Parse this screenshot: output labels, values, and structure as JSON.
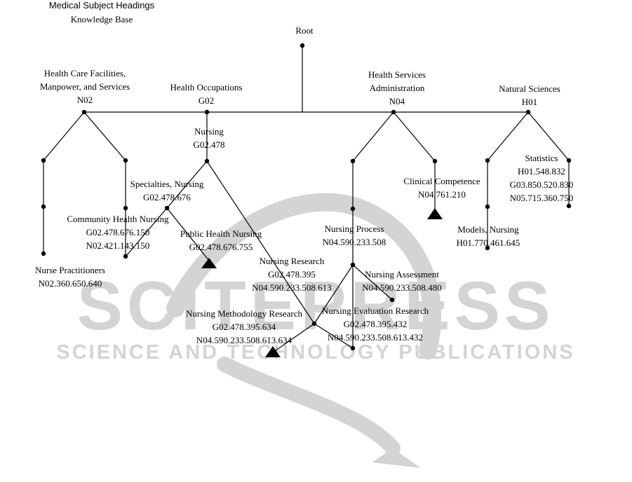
{
  "header": {
    "title": "Medical Subject Headings",
    "subtitle": "Knowledge Base"
  },
  "watermark": {
    "word": "SCITEPRESS",
    "tagline": "SCIENCE AND TECHNOLOGY PUBLICATIONS",
    "color": "#d4d4d4"
  },
  "tree": {
    "root": {
      "lines": [
        "Root"
      ]
    },
    "n02": {
      "lines": [
        "Health Care Facilities,",
        "Manpower, and Services",
        "N02"
      ]
    },
    "g02": {
      "lines": [
        "Health Occupations",
        "G02"
      ]
    },
    "n04": {
      "lines": [
        "Health Services",
        "Administration",
        "N04"
      ]
    },
    "h01": {
      "lines": [
        "Natural Sciences",
        "H01"
      ]
    },
    "nursing": {
      "lines": [
        "Nursing",
        "G02.478"
      ]
    },
    "specialties": {
      "lines": [
        "Specialties, Nursing",
        "G02.478.676"
      ]
    },
    "community": {
      "lines": [
        "Community Health Nursing",
        "G02.478.676.150",
        "N02.421.143.150"
      ]
    },
    "public": {
      "lines": [
        "Public Health Nursing",
        "G02.478.676.755"
      ]
    },
    "practitioners": {
      "lines": [
        "Nurse Practitioners",
        "N02.360.650.640"
      ]
    },
    "research": {
      "lines": [
        "Nursing Research",
        "G02.478.395",
        "N04.590.233.508.613"
      ]
    },
    "methodology": {
      "lines": [
        "Nursing Methodology Research",
        "G02.478.395.634",
        "N04.590.233.508.613.634"
      ]
    },
    "evaluation": {
      "lines": [
        "Nursing Evaluation Research",
        "G02.478.395.432",
        "N04.590.233.508.613.432"
      ]
    },
    "process": {
      "lines": [
        "Nursing Process",
        "N04.590.233.508"
      ]
    },
    "assessment": {
      "lines": [
        "Nursing Assessment",
        "N04.590.233.508.480"
      ]
    },
    "clinical": {
      "lines": [
        "Clinical Competence",
        "N04.761.210"
      ]
    },
    "models": {
      "lines": [
        "Models, Nursing",
        "H01.770.461.645"
      ]
    },
    "statistics": {
      "lines": [
        "Statistics",
        "H01.548.832",
        "G03.850.520.830",
        "N05.715.360.750"
      ]
    }
  }
}
